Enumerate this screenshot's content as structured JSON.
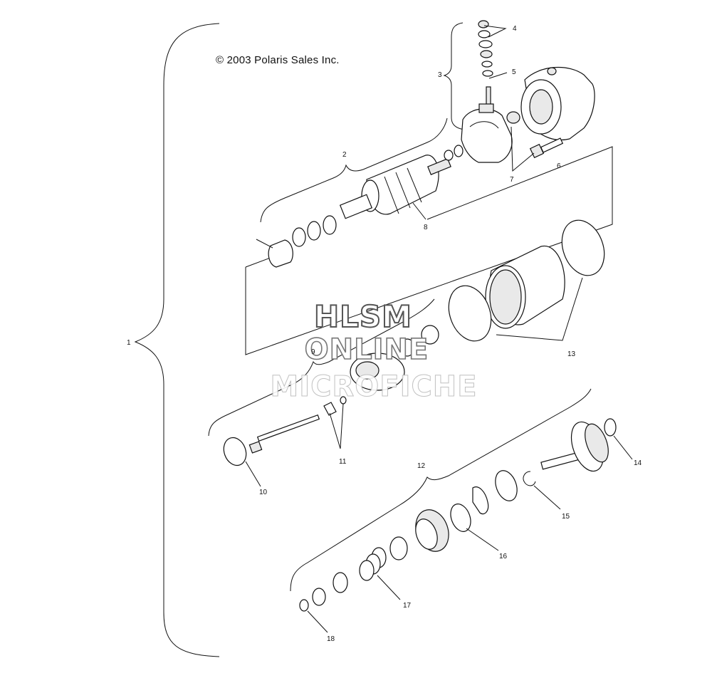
{
  "copyright": "© 2003 Polaris Sales Inc.",
  "watermark": {
    "line1": "HLSM",
    "line2": "ONLINE",
    "line3": "MICROFICHE"
  },
  "callouts": {
    "c1": "1",
    "c2": "2",
    "c3": "3",
    "c4": "4",
    "c5": "5",
    "c6": "6",
    "c7": "7",
    "c8": "8",
    "c9": "9",
    "c10": "10",
    "c11": "11",
    "c12": "12",
    "c13": "13",
    "c14": "14",
    "c15": "15",
    "c16": "16",
    "c17": "17",
    "c18": "18"
  }
}
